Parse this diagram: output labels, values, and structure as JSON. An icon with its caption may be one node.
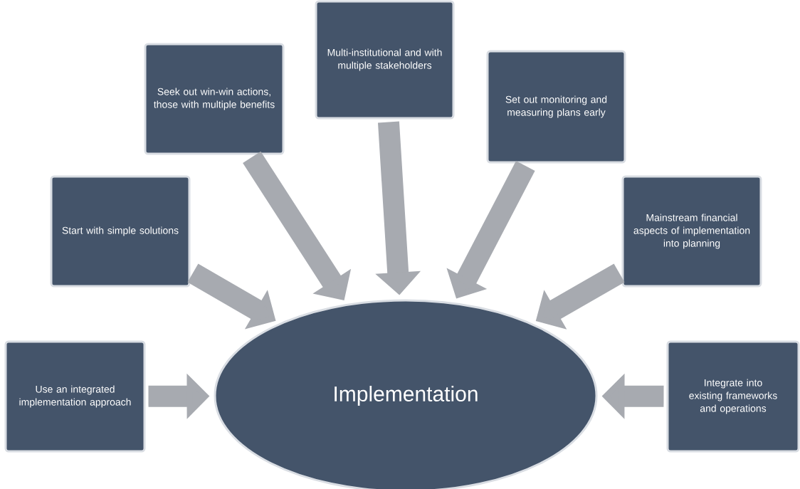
{
  "diagram": {
    "nodes": [
      {
        "text": [
          "Use an integrated implementation approach"
        ]
      },
      {
        "text": [
          "Start with simple solutions"
        ]
      },
      {
        "text": [
          "Seek out win-win actions, those with multiple benefits"
        ]
      },
      {
        "text": [
          "Multi-institutional and with multiple stakeholders"
        ]
      },
      {
        "text": [
          "Set out monitoring and measuring plans early"
        ]
      },
      {
        "text": [
          "Mainstream financial aspects of implementation into planning"
        ]
      },
      {
        "text": [
          "Integrate into existing frameworks and operations"
        ]
      },
      {
        "text": [
          "Implementation"
        ]
      }
    ],
    "edges": [
      {
        "from": 0,
        "to": 7,
        "arrow": "to"
      },
      {
        "from": 1,
        "to": 7,
        "arrow": "to"
      },
      {
        "from": 2,
        "to": 7,
        "arrow": "to"
      },
      {
        "from": 3,
        "to": 7,
        "arrow": "to"
      },
      {
        "from": 4,
        "to": 7,
        "arrow": "to"
      },
      {
        "from": 5,
        "to": 7,
        "arrow": "to"
      },
      {
        "from": 6,
        "to": 7,
        "arrow": "to"
      }
    ]
  }
}
